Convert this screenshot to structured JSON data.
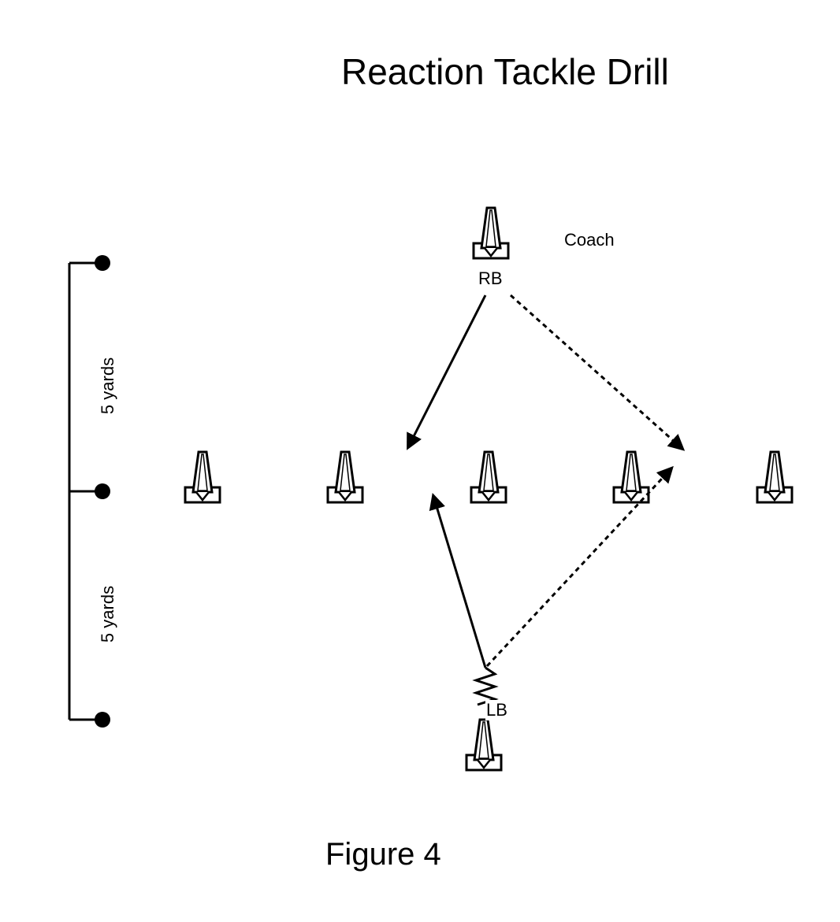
{
  "title": "Reaction Tackle Drill",
  "caption": "Figure 4",
  "labels": {
    "coach": "Coach",
    "rb": "RB",
    "lb": "LB",
    "yards_upper": "5 yards",
    "yards_lower": "5 yards"
  },
  "colors": {
    "ink": "#000000",
    "background": "#ffffff"
  },
  "icons": [
    "cone-icon",
    "arrowhead-icon",
    "dot-marker-icon",
    "zigzag-icon"
  ]
}
